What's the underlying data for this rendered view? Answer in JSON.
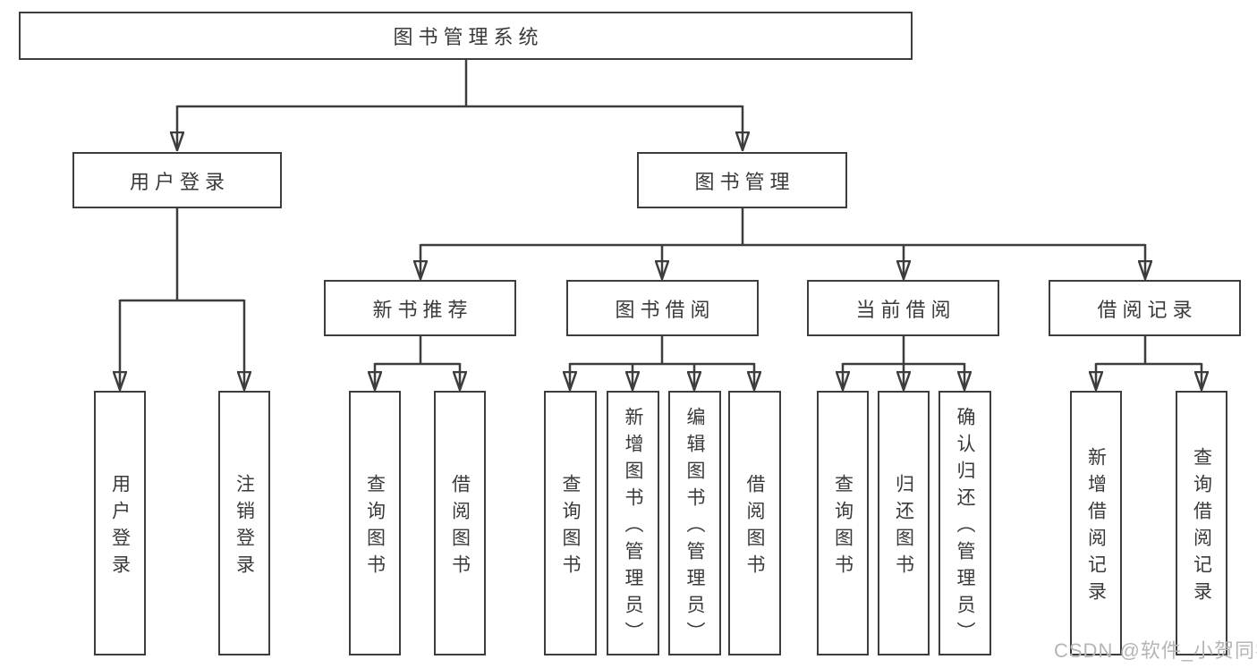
{
  "diagram": {
    "type": "hierarchy-diagram",
    "title": "图书管理系统",
    "watermark": "CSDN @软件_小贺同学",
    "colors": {
      "line": "#3d3d3d",
      "box_border": "#3d3d3d",
      "text": "#3a3a3a",
      "background": "#ffffff",
      "watermark": "#b5b5b5"
    }
  },
  "nodes": {
    "root": {
      "label": "图书管理系统"
    },
    "login": {
      "label": "用户登录"
    },
    "manage": {
      "label": "图书管理"
    },
    "recommend": {
      "label": "新书推荐"
    },
    "borrow": {
      "label": "图书借阅"
    },
    "current": {
      "label": "当前借阅"
    },
    "record": {
      "label": "借阅记录"
    },
    "login_user": {
      "label": "用户登录"
    },
    "login_logout": {
      "label": "注销登录"
    },
    "recommend_query": {
      "label": "查询图书"
    },
    "recommend_borrow": {
      "label": "借阅图书"
    },
    "borrow_query": {
      "label": "查询图书"
    },
    "borrow_add": {
      "label": "新增图书（管理员）"
    },
    "borrow_edit": {
      "label": "编辑图书（管理员）"
    },
    "borrow_lend": {
      "label": "借阅图书"
    },
    "current_query": {
      "label": "查询图书"
    },
    "current_return": {
      "label": "归还图书"
    },
    "current_confirm": {
      "label": "确认归还（管理员）"
    },
    "record_add": {
      "label": "新增借阅记录"
    },
    "record_query": {
      "label": "查询借阅记录"
    }
  },
  "edges": [
    [
      "root",
      "login"
    ],
    [
      "root",
      "manage"
    ],
    [
      "login",
      "login_user"
    ],
    [
      "login",
      "login_logout"
    ],
    [
      "manage",
      "recommend"
    ],
    [
      "manage",
      "borrow"
    ],
    [
      "manage",
      "current"
    ],
    [
      "manage",
      "record"
    ],
    [
      "recommend",
      "recommend_query"
    ],
    [
      "recommend",
      "recommend_borrow"
    ],
    [
      "borrow",
      "borrow_query"
    ],
    [
      "borrow",
      "borrow_add"
    ],
    [
      "borrow",
      "borrow_edit"
    ],
    [
      "borrow",
      "borrow_lend"
    ],
    [
      "current",
      "current_query"
    ],
    [
      "current",
      "current_return"
    ],
    [
      "current",
      "current_confirm"
    ],
    [
      "record",
      "record_add"
    ],
    [
      "record",
      "record_query"
    ]
  ]
}
